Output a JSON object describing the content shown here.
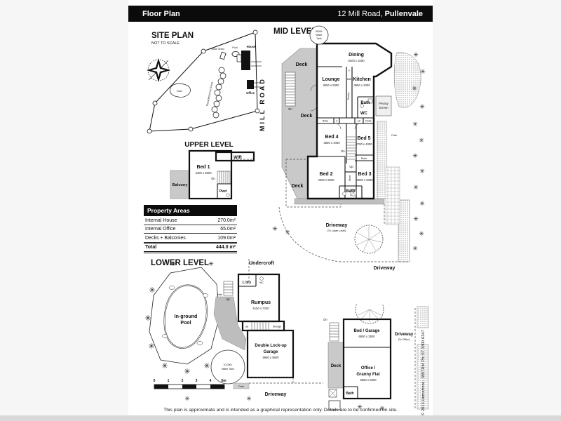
{
  "page": {
    "header": {
      "title": "Floor Plan",
      "address": "12 Mill Road,",
      "suburb": "Pullenvale"
    },
    "footer": {
      "disclaimer": "This plan is approximate and is intended as a graphical representation only.  Details are to be confirmed on site.",
      "copyright": "© 2013 Homefront - 3557RM   Ph: 07 3300 6347"
    }
  },
  "icons": {
    "tree": "✳"
  },
  "site_plan": {
    "title": "SITE PLAN",
    "subtitle": "NOT TO SCALE",
    "road": "MILL ROAD",
    "labels": {
      "dam": "Dam",
      "horse_shed": "Horse Shed",
      "pool": "Pool",
      "house": "House",
      "office": "Office",
      "trees": "Macadamia Nut Trees"
    }
  },
  "mid_level": {
    "title": "MID LEVEL",
    "water_tank": {
      "l1": "5000L",
      "l2": "Water",
      "l3": "Tank"
    },
    "rooms": {
      "dining": {
        "name": "Dining",
        "dims": "5200 x 3250"
      },
      "lounge": {
        "name": "Lounge",
        "dims": "3650 x 8300"
      },
      "kitchen": {
        "name": "Kitchen",
        "dims": "3650 x 3300"
      },
      "bed4": {
        "name": "Bed 4",
        "dims": "3650 x 4400"
      },
      "bed5": {
        "name": "Bed 5",
        "dims": "2700 x 4300"
      },
      "bed2": {
        "name": "Bed 2",
        "dims": "4200 x 5900"
      },
      "bed3": {
        "name": "Bed 3",
        "dims": "3600 x 5350"
      }
    },
    "labels": {
      "deck": "Deck",
      "bath": "Bath",
      "wc": "WC",
      "privacy1": "Privacy",
      "privacy2": "Screen",
      "robe": "Robe",
      "lin": "Lin",
      "c": "C",
      "f": "F",
      "mw": "MW",
      "pantry": "Pantry",
      "store": "Store",
      "path": "Path",
      "up": "Up",
      "dn": "Dn",
      "driveway": "Driveway",
      "to_lower": "(To Lower Level)"
    }
  },
  "upper_level": {
    "title": "UPPER LEVEL",
    "rooms": {
      "bed1": {
        "name": "Bed 1",
        "dims": "3400 x 5900"
      }
    },
    "labels": {
      "wir": "WIR",
      "balcony": "Balcony",
      "pwd": "Pwd",
      "dn": "Dn"
    }
  },
  "property_areas": {
    "title": "Property Areas",
    "rows": [
      {
        "label": "Internal House",
        "value": "270.0m²"
      },
      {
        "label": "Internal Office",
        "value": "65.0m²"
      },
      {
        "label": "Decks + Balconies",
        "value": "109.0m²"
      }
    ],
    "total": {
      "label": "Total",
      "value": "444.0 m²"
    }
  },
  "lower_level": {
    "title": "LOWER LEVEL",
    "rooms": {
      "rumpus": {
        "name": "Rumpus",
        "dims": "5150 x 7250"
      },
      "garage": {
        "name1": "Double Lock-up",
        "name2": "Garage",
        "dims": "5950 x 5800"
      }
    },
    "labels": {
      "undercroft": "Undercroft",
      "ldry": "L'dry",
      "wc": "WC",
      "storage": "Storage",
      "pool1": "In-ground",
      "pool2": "Pool",
      "gate": "Gate",
      "up": "Up",
      "tank1": "10,000L",
      "tank2": "Water Tank",
      "path": "Path",
      "driveway": "Driveway"
    },
    "scale": {
      "ticks": [
        "0",
        "1",
        "2",
        "3",
        "4",
        "5m"
      ]
    }
  },
  "outbuilding": {
    "rooms": {
      "bed_garage": {
        "name": "Bed / Garage",
        "dims": "6800 x 3500"
      },
      "office": {
        "name1": "Office /",
        "name2": "Granny Flat",
        "dims": "5850 x 6300"
      }
    },
    "labels": {
      "deck": "Deck",
      "bath": "Bath",
      "dn": "Dn",
      "driveway": "Driveway",
      "to_office": "(To Office)"
    }
  }
}
